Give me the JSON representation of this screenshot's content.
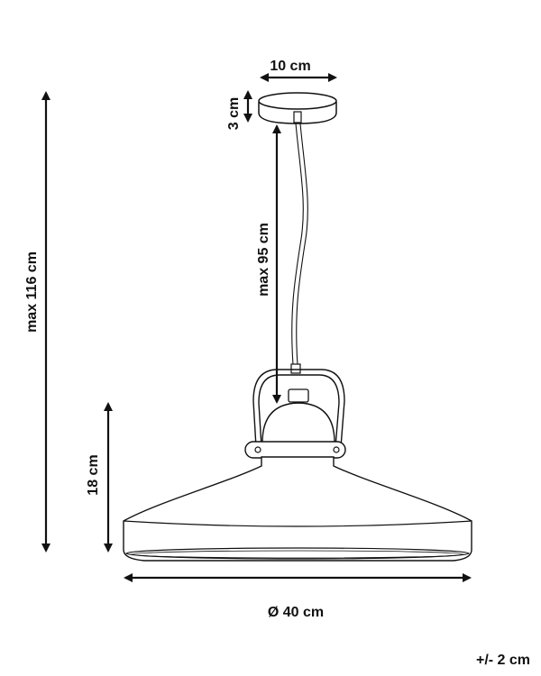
{
  "dimensions": {
    "canopy_width": "10 cm",
    "canopy_height": "3 cm",
    "cable_length": "max 95 cm",
    "total_height": "max 116 cm",
    "shade_height": "18 cm",
    "diameter": "Ø 40 cm",
    "tolerance": "+/- 2 cm"
  },
  "colors": {
    "line": "#111111",
    "background": "#ffffff"
  }
}
